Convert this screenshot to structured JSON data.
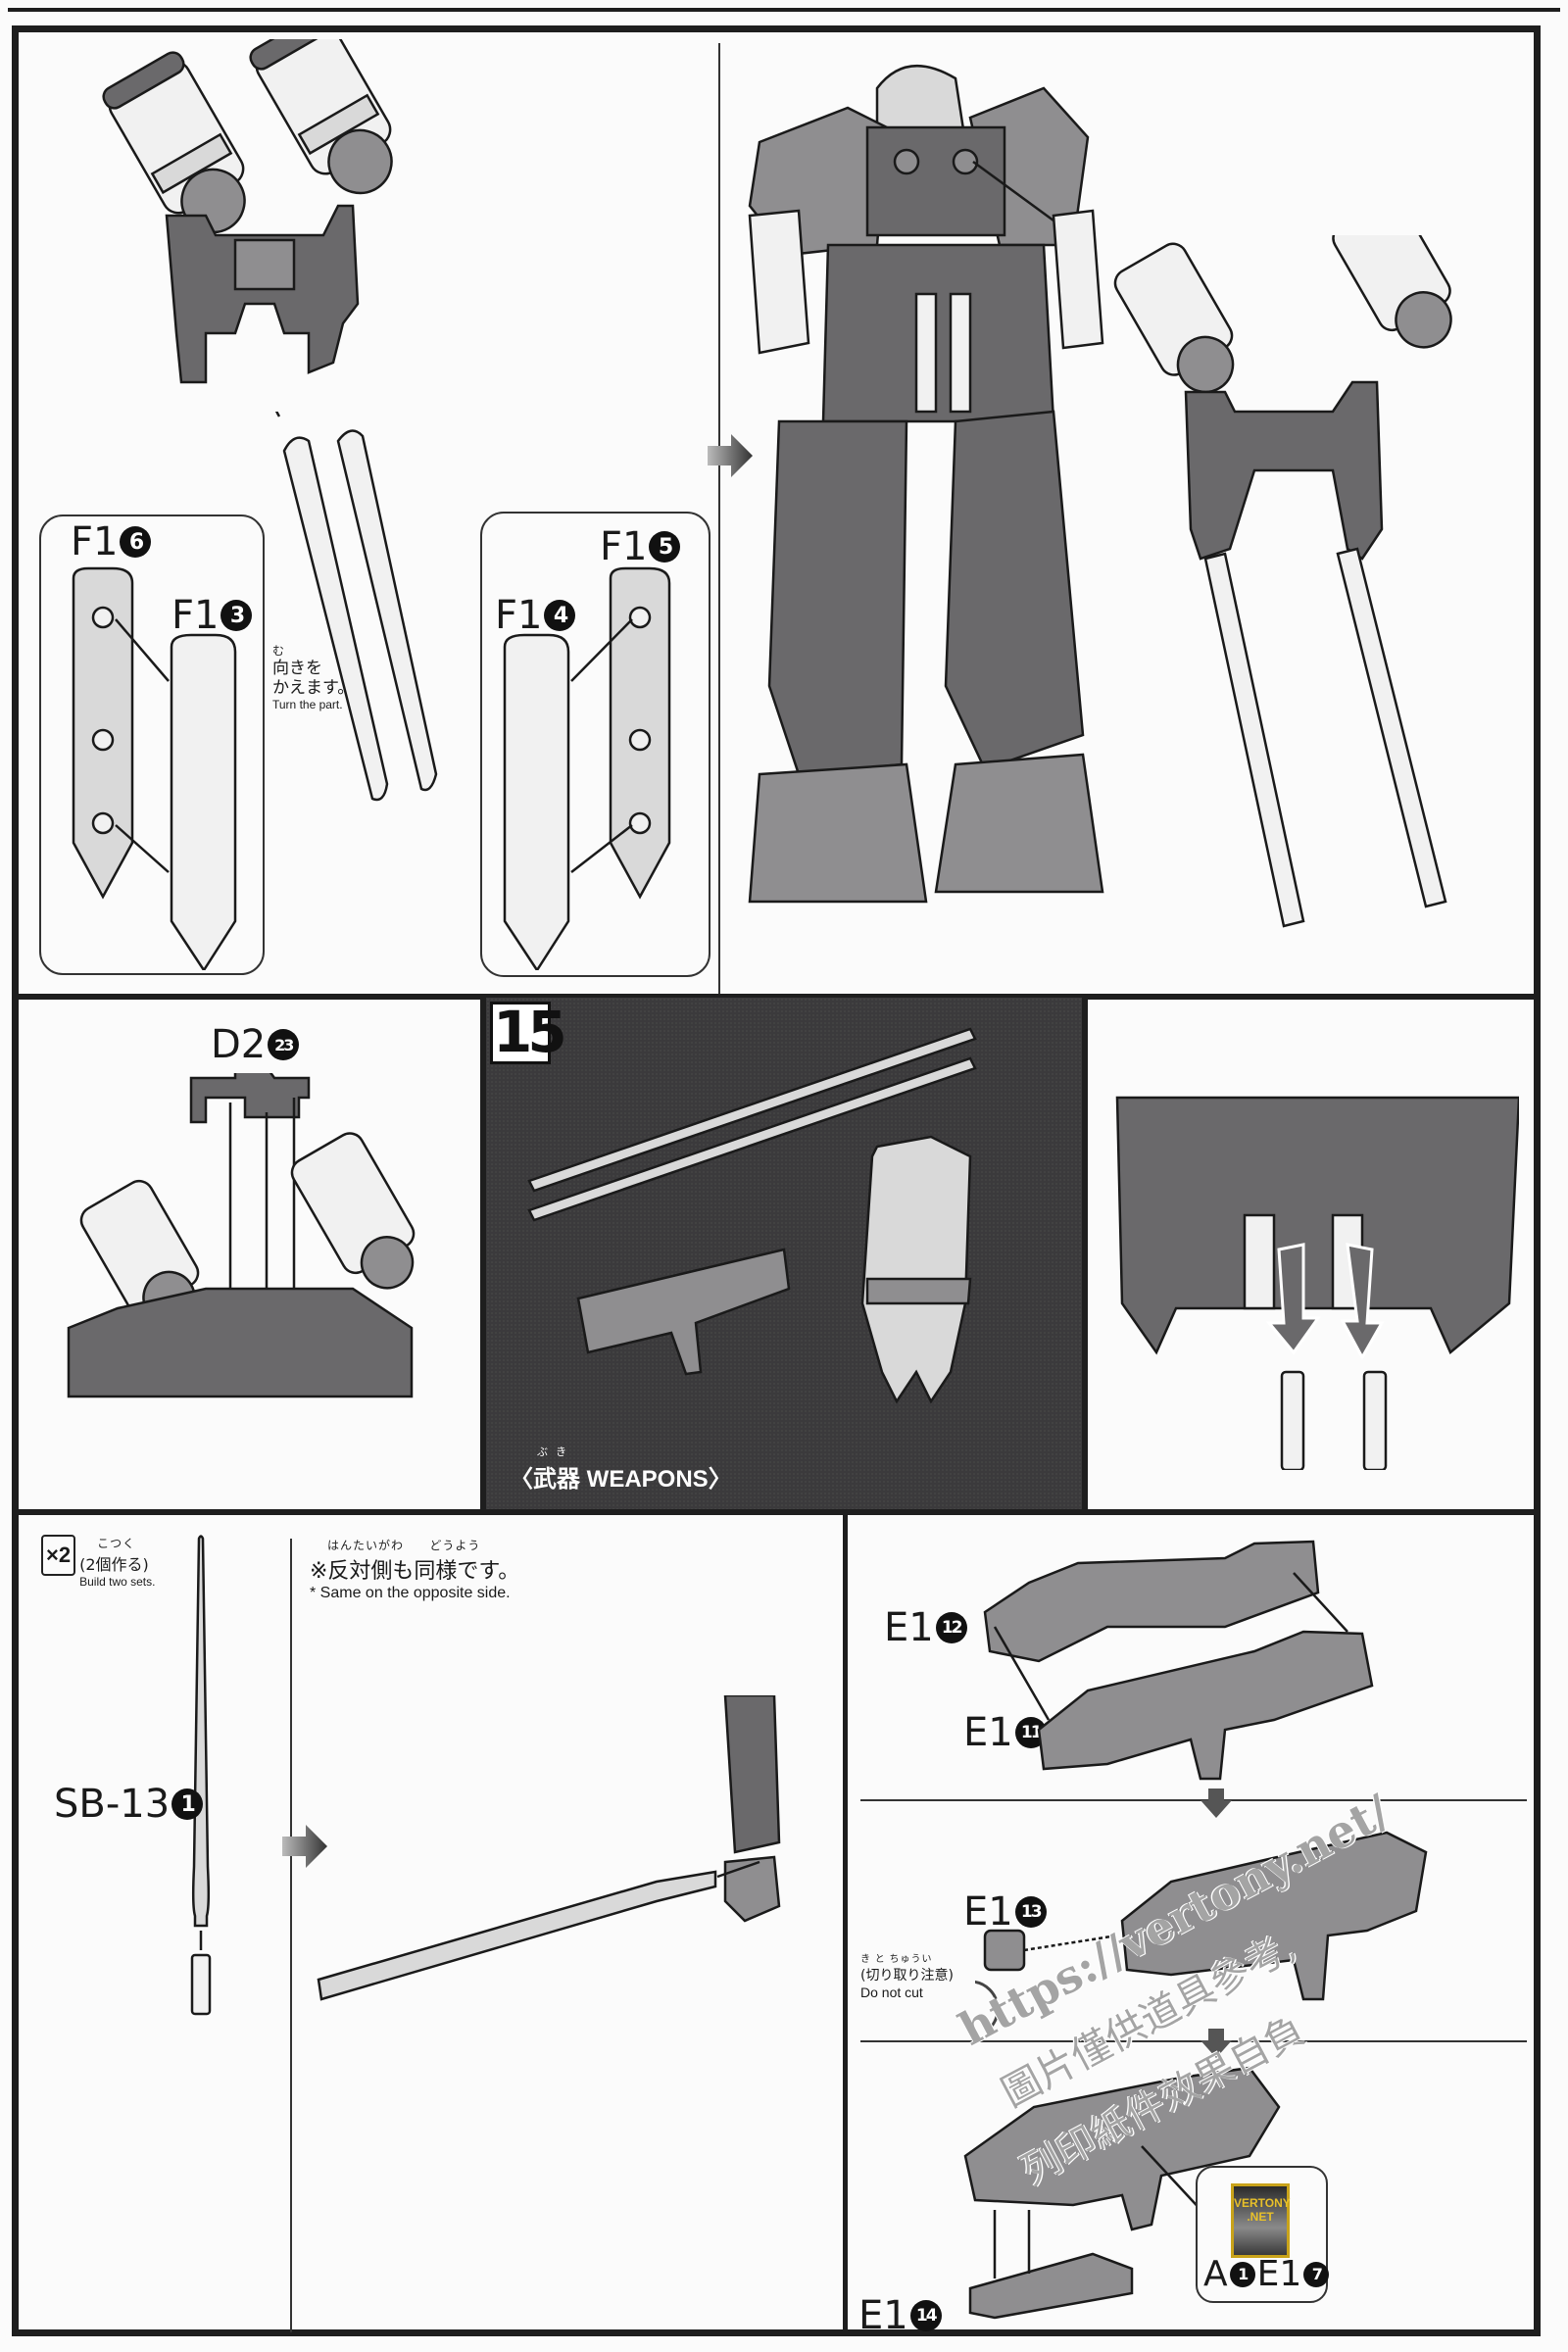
{
  "page": {
    "type": "model kit assembly instructions",
    "palette": {
      "ink": "#1e1e1e",
      "paper": "#fbfbfb",
      "dark_panel": "#3b3a3c",
      "part_gray": "#6a696b",
      "badge_gold": "#e8c02a"
    }
  },
  "section_1": {
    "parts": [
      {
        "label": "F1",
        "num": "6"
      },
      {
        "label": "F1",
        "num": "3"
      },
      {
        "label": "F1",
        "num": "4"
      },
      {
        "label": "F1",
        "num": "5"
      }
    ],
    "turn_note": {
      "ruby": "む",
      "jp_line1": "向きを",
      "jp_line2": "かえます。",
      "en": "Turn the part."
    },
    "icons": [
      "backpack-illustration",
      "blade-parts",
      "robot-back-view",
      "next-step-arrow-icon"
    ]
  },
  "section_2": {
    "cap_part": {
      "label": "D2",
      "num": "23"
    },
    "step_number": "15",
    "weapons_title": {
      "ruby_1": "ぶ",
      "ruby_2": "き",
      "jp": "武器",
      "en": "WEAPONS",
      "open": "〈",
      "close": "〉"
    }
  },
  "section_3": {
    "build_count": {
      "multiplier": "×2",
      "ruby": "こつく",
      "jp": "(2個作る)",
      "en": "Build two sets."
    },
    "opposite_side": {
      "ruby_1": "はんたいがわ",
      "ruby_2": "どうよう",
      "jp": "※反対側も同様です。",
      "en": "* Same on the opposite side."
    },
    "saber_part": {
      "label": "SB-13",
      "num": "1"
    }
  },
  "section_4": {
    "parts": [
      {
        "label": "E1",
        "num": "12"
      },
      {
        "label": "E1",
        "num": "11"
      },
      {
        "label": "E1",
        "num": "13"
      },
      {
        "label": "E1",
        "num": "14"
      }
    ],
    "cut_note": {
      "ruby": "き と ちゅうい",
      "jp": "(切り取り注意)",
      "en": "Do not cut"
    },
    "callout_parts": [
      {
        "label": "A",
        "num": "1"
      },
      {
        "label": "E1",
        "num": "7"
      }
    ]
  },
  "watermark": {
    "url": "https://vertony.net/",
    "cn_line1": "圖片僅供道具參考,",
    "cn_line2": "列印紙件效果自負",
    "badge_line1": "VERTONY",
    "badge_line2": ".NET"
  }
}
